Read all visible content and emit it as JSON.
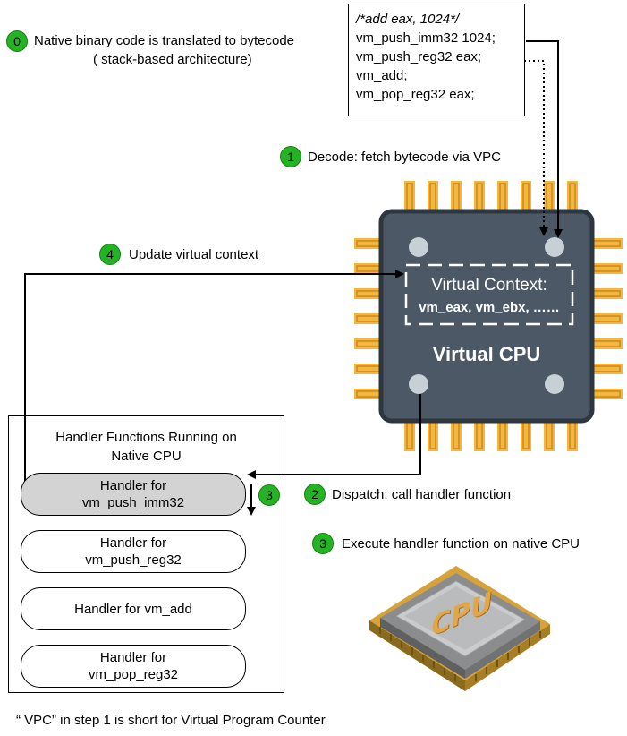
{
  "step0": {
    "badge": "0",
    "line1": "Native binary code is translated to bytecode",
    "line2": "( stack-based architecture)"
  },
  "code": {
    "comment": "/*add eax, 1024*/",
    "lines": [
      "vm_push_imm32 1024;",
      "vm_push_reg32 eax;",
      "vm_add;",
      "vm_pop_reg32 eax;"
    ]
  },
  "step1": {
    "badge": "1",
    "text": "Decode: fetch bytecode via VPC"
  },
  "step4": {
    "badge": "4",
    "text": "Update virtual context"
  },
  "virtual_cpu": {
    "context_line1": "Virtual Context:",
    "context_line2": "vm_eax, vm_ebx, ……",
    "label": "Virtual CPU",
    "colors": {
      "body": "#4c5865",
      "border": "#2e3740",
      "pins": "#f5b640",
      "dots": "#c7d0d7"
    }
  },
  "handlers": {
    "title_line1": "Handler Functions Running on",
    "title_line2": "Native CPU",
    "items": [
      {
        "line1": "Handler for",
        "line2": "vm_push_imm32"
      },
      {
        "line1": "Handler for",
        "line2": "vm_push_reg32"
      },
      {
        "line1": "Handler for vm_add",
        "line2": ""
      },
      {
        "line1": "Handler for",
        "line2": "vm_pop_reg32"
      }
    ]
  },
  "step3_small": {
    "badge": "3"
  },
  "step2": {
    "badge": "2",
    "text": "Dispatch: call handler function"
  },
  "step3": {
    "badge": "3",
    "text": "Execute handler function on native CPU"
  },
  "native_cpu": {
    "chip_text": "CPU",
    "colors": {
      "gold": "#d8a23a",
      "body": "#8a8c8e",
      "top": "#c9cbcd"
    }
  },
  "footnote": "“ VPC” in step 1 is short for Virtual Program Counter",
  "badge_color": "#23b323"
}
